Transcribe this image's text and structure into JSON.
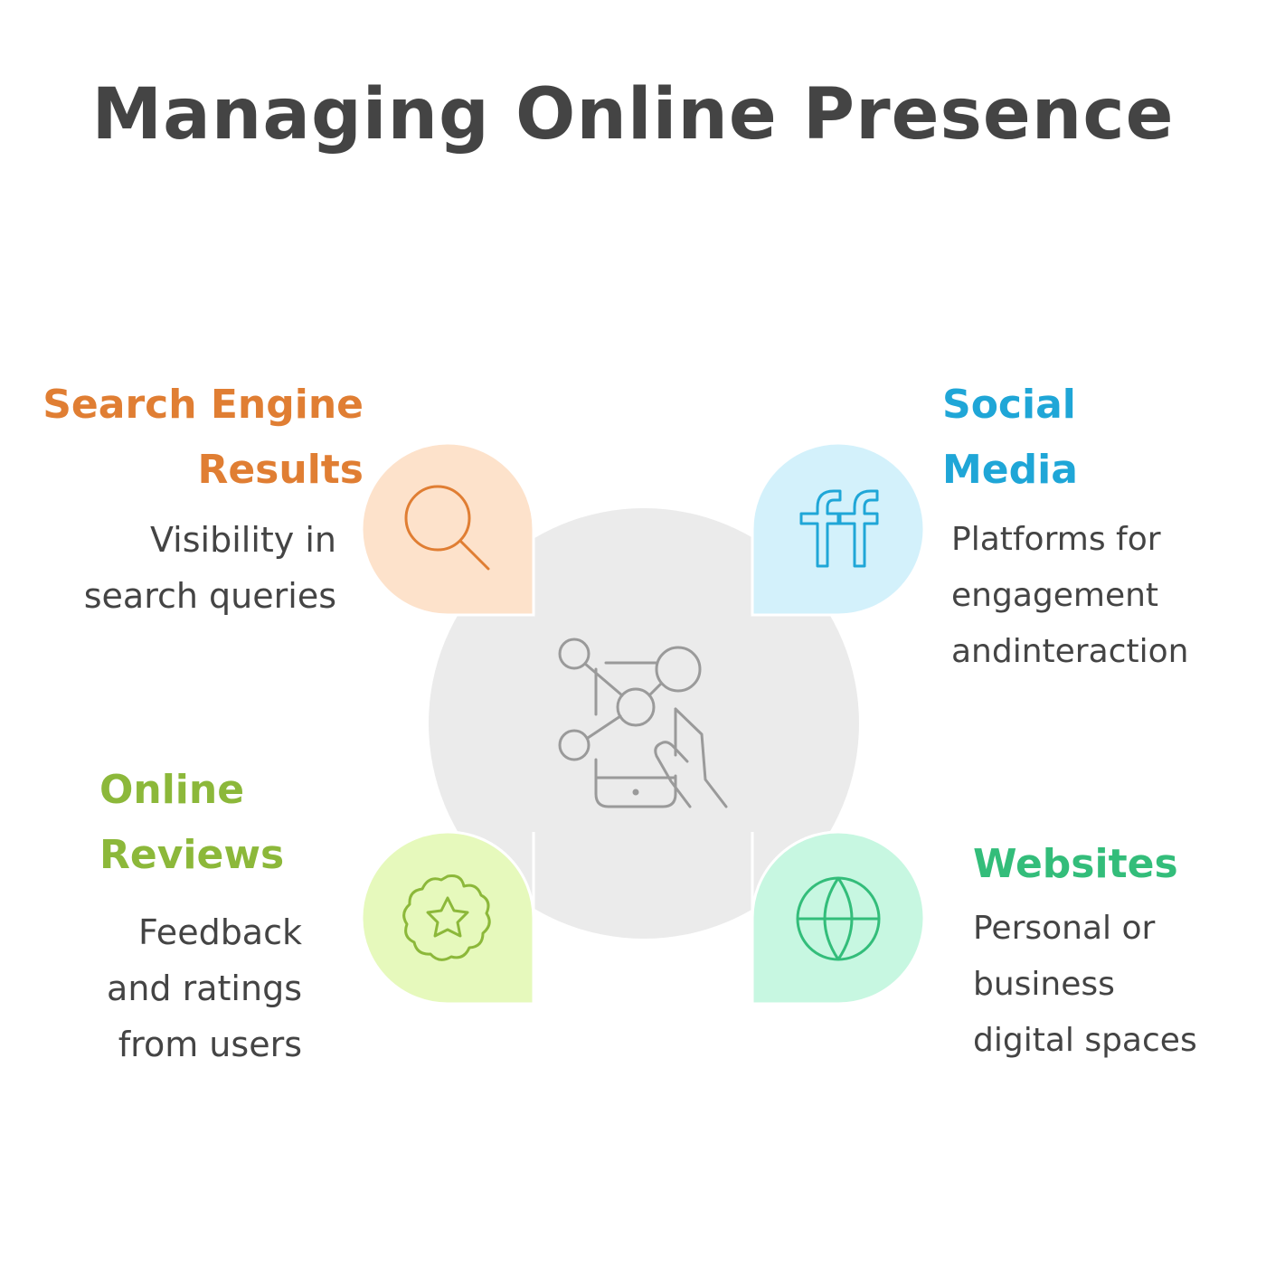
{
  "title": "Managing Online Presence",
  "colors": {
    "title": "#444444",
    "text": "#444444",
    "center_circle": "#ebebeb",
    "center_icon": "#9a9a9a",
    "search_engine": "#e07e33",
    "social_media": "#1fa6d7",
    "online_reviews": "#8cb83a",
    "websites": "#33bd7a"
  },
  "center": {
    "icon": "mobile-network-hand-icon"
  },
  "items": {
    "search_engine": {
      "heading_lines": [
        "Search Engine",
        "Results"
      ],
      "description_lines": [
        "Visibility in",
        "search queries"
      ],
      "icon": "magnifying-glass-icon",
      "fill": "#fde2cb",
      "color": "#e07e33"
    },
    "social_media": {
      "heading_lines": [
        "Social",
        "Media"
      ],
      "description_lines": [
        "Platforms for",
        "engagement",
        "andinteraction"
      ],
      "icon": "friendfeed-ff-icon",
      "fill": "#d3f1fb",
      "color": "#1fa6d7"
    },
    "online_reviews": {
      "heading_lines": [
        "Online",
        "Reviews"
      ],
      "description_lines": [
        "Feedback",
        "and ratings",
        "from users"
      ],
      "icon": "star-badge-icon",
      "fill": "#e6f9bc",
      "color": "#8cb83a"
    },
    "websites": {
      "heading_lines": [
        "Websites"
      ],
      "description_lines": [
        "Personal or",
        "business",
        "digital spaces"
      ],
      "icon": "globe-icon",
      "fill": "#c7f7e1",
      "color": "#33bd7a"
    }
  }
}
